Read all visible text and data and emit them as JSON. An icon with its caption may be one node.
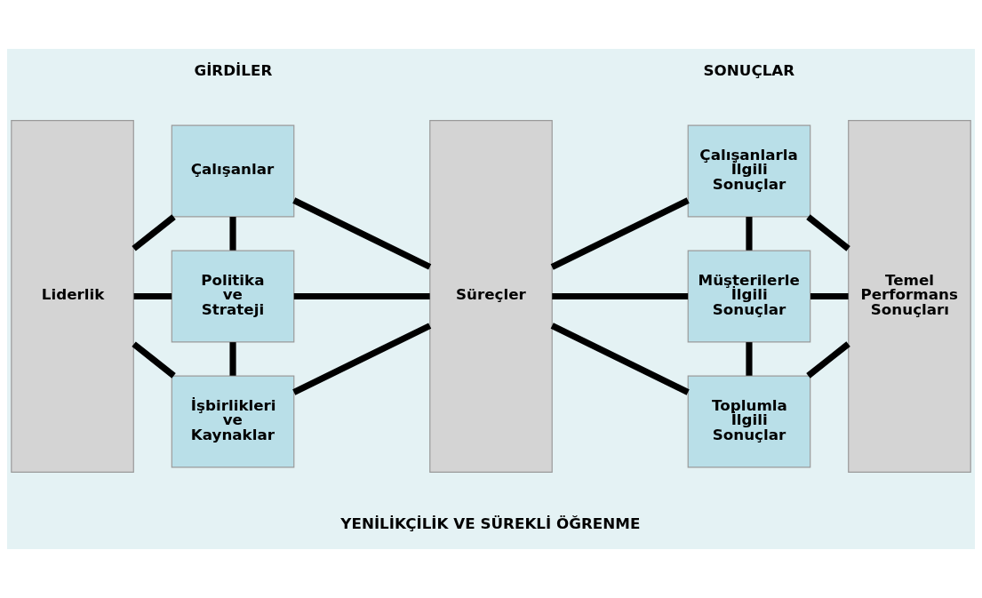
{
  "diagram": {
    "nodes": [
      {
        "text": [
          "Liderlik"
        ]
      },
      {
        "text": [
          "Çalışanlar"
        ]
      },
      {
        "text": [
          "Politika ve Strateji"
        ]
      },
      {
        "text": [
          "İşbirlikleri ve Kaynaklar"
        ]
      },
      {
        "text": [
          "Süreçler"
        ]
      },
      {
        "text": [
          "Çalışanlarla İlgili Sonuçlar"
        ]
      },
      {
        "text": [
          "Müşterilerle İlgili Sonuçlar"
        ]
      },
      {
        "text": [
          "Toplumla İlgili Sonuçlar"
        ]
      },
      {
        "text": [
          "Temel Performans Sonuçları"
        ]
      }
    ],
    "edges": [
      {
        "from": 0,
        "to": 1,
        "arrow": "none"
      },
      {
        "from": 0,
        "to": 2,
        "arrow": "none"
      },
      {
        "from": 0,
        "to": 3,
        "arrow": "none"
      },
      {
        "from": 1,
        "to": 2,
        "arrow": "none"
      },
      {
        "from": 2,
        "to": 3,
        "arrow": "none"
      },
      {
        "from": 1,
        "to": 4,
        "arrow": "none"
      },
      {
        "from": 2,
        "to": 4,
        "arrow": "none"
      },
      {
        "from": 3,
        "to": 4,
        "arrow": "none"
      },
      {
        "from": 4,
        "to": 5,
        "arrow": "none"
      },
      {
        "from": 4,
        "to": 6,
        "arrow": "none"
      },
      {
        "from": 4,
        "to": 7,
        "arrow": "none"
      },
      {
        "from": 5,
        "to": 6,
        "arrow": "none"
      },
      {
        "from": 6,
        "to": 7,
        "arrow": "none"
      },
      {
        "from": 5,
        "to": 8,
        "arrow": "none"
      },
      {
        "from": 6,
        "to": 8,
        "arrow": "none"
      },
      {
        "from": 7,
        "to": 8,
        "arrow": "none"
      }
    ],
    "labels": [
      "GİRDİLER",
      "SONUÇLAR",
      "YENİLİKÇİLİK VE SÜREKLİ ÖĞRENME"
    ]
  }
}
